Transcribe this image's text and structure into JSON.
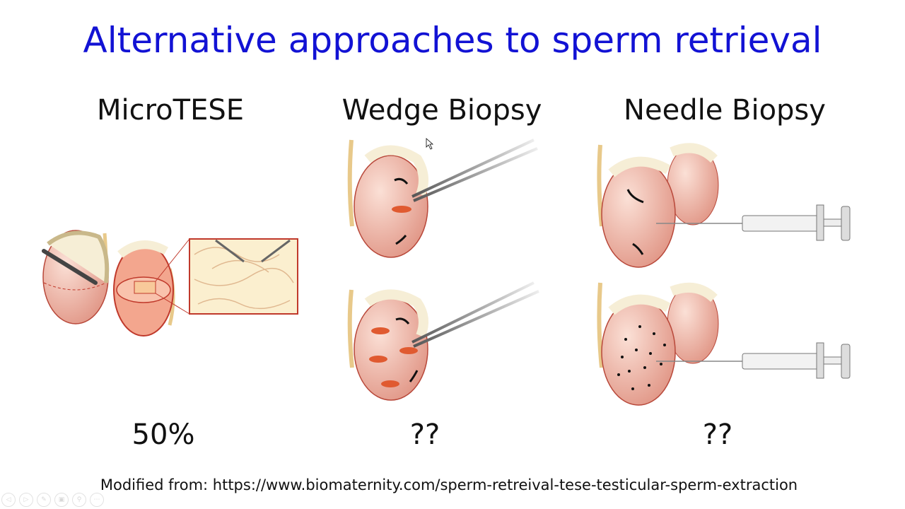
{
  "slide": {
    "title": "Alternative approaches to sperm retrieval",
    "columns": [
      {
        "heading": "MicroTESE",
        "success_rate": "50%"
      },
      {
        "heading": "Wedge Biopsy",
        "success_rate": "??"
      },
      {
        "heading": "Needle Biopsy",
        "success_rate": "??"
      }
    ],
    "footer": "Modified from: https://www.biomaternity.com/sperm-retreival-tese-testicular-sperm-extraction"
  },
  "toolbar": {
    "icons": [
      "previous-icon",
      "next-icon",
      "pen-icon",
      "slides-icon",
      "zoom-icon",
      "more-icon"
    ]
  },
  "colors": {
    "title": "#1212d4",
    "testis": "#eeb0a0",
    "outline": "#b8483a",
    "epididymis": "#f6eed6"
  }
}
